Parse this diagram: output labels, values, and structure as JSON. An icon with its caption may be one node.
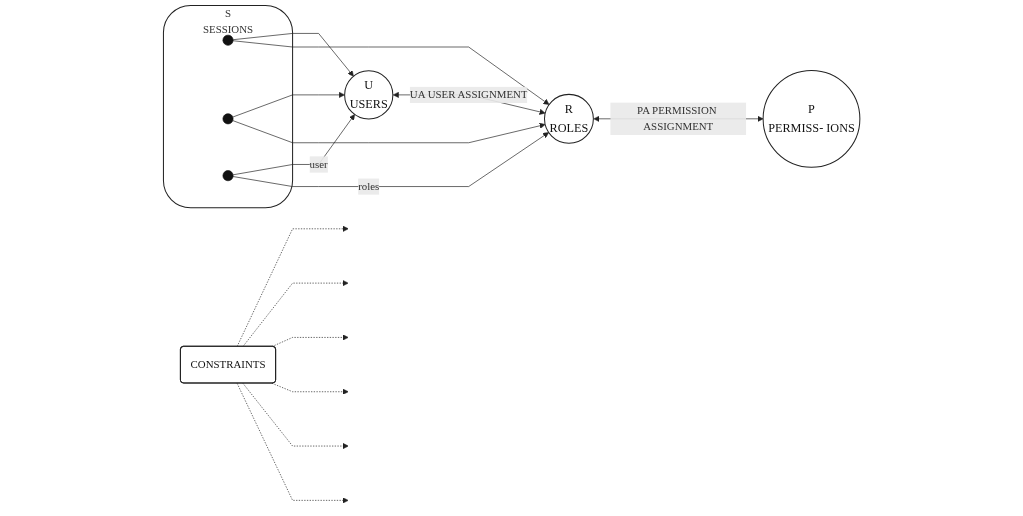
{
  "diagram": {
    "nodes": [
      {
        "text": [
          "U",
          "USERS"
        ]
      },
      {
        "text": [
          "R",
          "ROLES"
        ]
      },
      {
        "text": [
          "P",
          "PERMISS- IONS"
        ]
      },
      {
        "text": [
          "S",
          "SESSIONS"
        ]
      },
      {
        "text": [],
        "shape": "circle",
        "in": 3
      },
      {
        "text": [],
        "shape": "circle",
        "in": 3
      },
      {
        "text": [],
        "shape": "circle",
        "in": 3
      },
      {
        "text": [
          "CONSTRAINTS"
        ]
      }
    ],
    "edges": [
      {
        "from": 0,
        "to": 1,
        "arrow": "both",
        "label": "UA USER ASSIGNMENT"
      },
      {
        "from": 1,
        "to": 2,
        "arrow": "both",
        "label": "PA PERMISSION ASSIGNMENT"
      },
      {
        "from": 4,
        "to": 0,
        "arrow": "to"
      },
      {
        "from": 4,
        "to": 1,
        "arrow": "to"
      },
      {
        "from": 5,
        "to": 0,
        "arrow": "to"
      },
      {
        "from": 5,
        "to": 1,
        "arrow": "to"
      },
      {
        "from": 6,
        "to": 0,
        "arrow": "to",
        "label": "user"
      },
      {
        "from": 6,
        "to": 1,
        "arrow": "to",
        "label": "roles"
      },
      {
        "from": 7,
        "to": null,
        "arrow": "to",
        "style": "dashed"
      },
      {
        "from": 7,
        "to": null,
        "arrow": "to",
        "style": "dashed"
      },
      {
        "from": 7,
        "to": null,
        "arrow": "to",
        "style": "dashed"
      },
      {
        "from": 7,
        "to": null,
        "arrow": "to",
        "style": "dashed"
      },
      {
        "from": 7,
        "to": null,
        "arrow": "to",
        "style": "dashed"
      },
      {
        "from": 7,
        "to": null,
        "arrow": "to",
        "style": "dashed"
      }
    ]
  }
}
